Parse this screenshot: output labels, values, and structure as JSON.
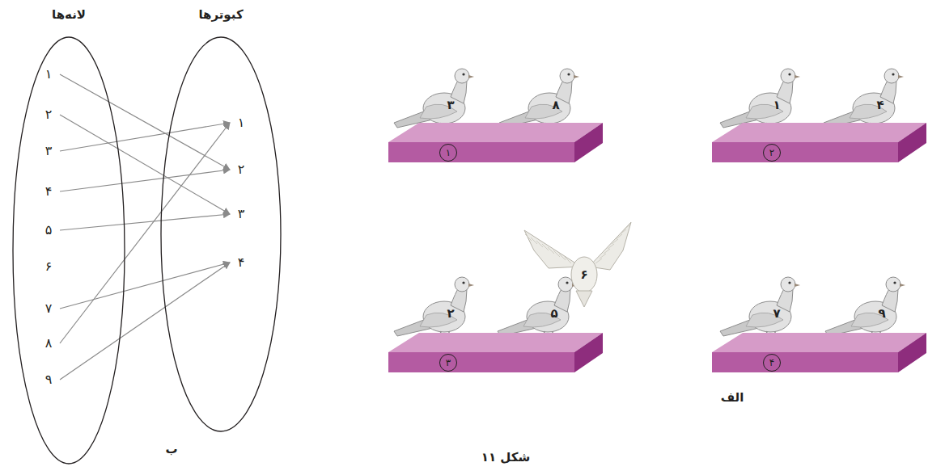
{
  "diagram": {
    "caption": "شکل ۱۱",
    "nodes": [
      {
        "text": [
          "لانه‌ها"
        ]
      },
      {
        "text": [
          "۱"
        ],
        "in": 0
      },
      {
        "text": [
          "۲"
        ],
        "in": 0
      },
      {
        "text": [
          "۳"
        ],
        "in": 0
      },
      {
        "text": [
          "۴"
        ],
        "in": 0
      },
      {
        "text": [
          "۵"
        ],
        "in": 0
      },
      {
        "text": [
          "۶"
        ],
        "in": 0
      },
      {
        "text": [
          "۷"
        ],
        "in": 0
      },
      {
        "text": [
          "۸"
        ],
        "in": 0
      },
      {
        "text": [
          "۹"
        ],
        "in": 0
      },
      {
        "text": [
          "کبوترها"
        ]
      },
      {
        "text": [
          "۱"
        ],
        "in": 10
      },
      {
        "text": [
          "۲"
        ],
        "in": 10
      },
      {
        "text": [
          "۳"
        ],
        "in": 10
      },
      {
        "text": [
          "۴"
        ],
        "in": 10
      },
      {
        "text": [
          "۱"
        ]
      },
      {
        "text": [
          "۲"
        ]
      },
      {
        "text": [
          "۳"
        ]
      },
      {
        "text": [
          "۴"
        ]
      }
    ],
    "edges": [
      {
        "from": 1,
        "to": 12,
        "arrow": "to"
      },
      {
        "from": 2,
        "to": 13,
        "arrow": "to"
      },
      {
        "from": 3,
        "to": 11,
        "arrow": "to"
      },
      {
        "from": 4,
        "to": 12,
        "arrow": "to"
      },
      {
        "from": 5,
        "to": 13,
        "arrow": "to"
      },
      {
        "from": 7,
        "to": 14,
        "arrow": "to"
      },
      {
        "from": 8,
        "to": 11,
        "arrow": "to"
      },
      {
        "from": 9,
        "to": 14,
        "arrow": "to"
      }
    ],
    "labels": [
      "۳",
      "۸",
      "۱",
      "۴",
      "۲",
      "۵",
      "۶",
      "۷",
      "۹",
      "الف",
      "ب"
    ]
  }
}
